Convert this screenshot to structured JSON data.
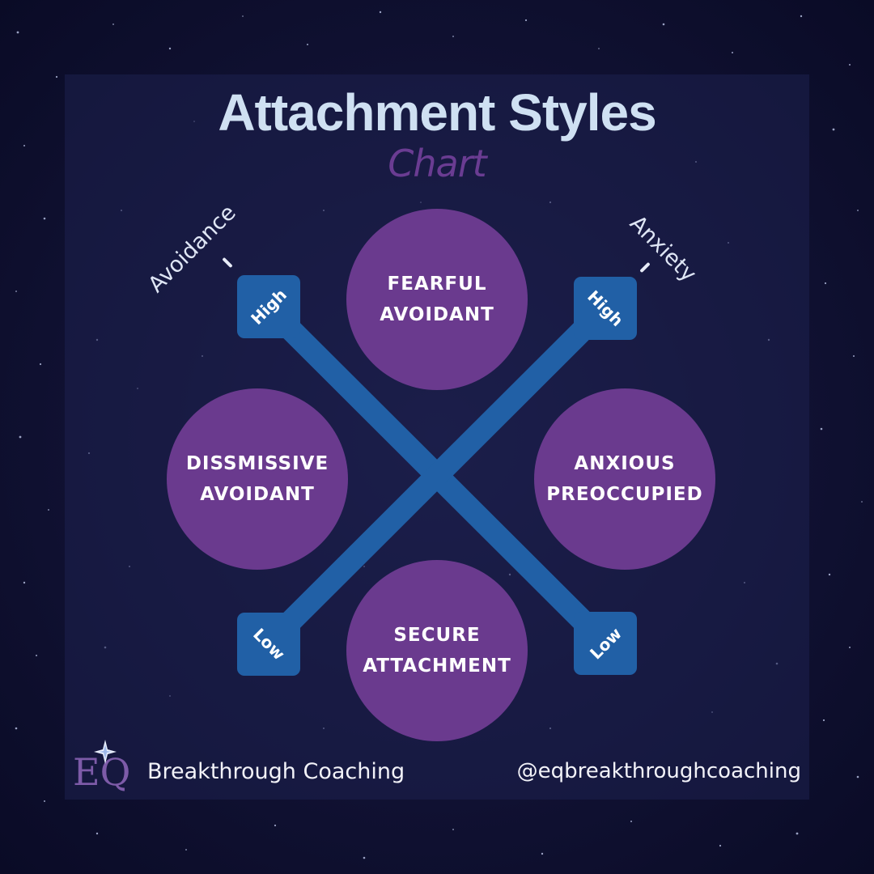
{
  "header": {
    "title": "Attachment Styles",
    "subtitle": "Chart"
  },
  "axes": {
    "avoidance": {
      "label": "Avoidance",
      "high": "High",
      "low": "Low"
    },
    "anxiety": {
      "label": "Anxiety",
      "high": "High",
      "low": "Low"
    }
  },
  "styles": [
    {
      "id": "fearful",
      "line1": "FEARFUL",
      "line2": "AVOIDANT",
      "avoidance": "High",
      "anxiety": "High"
    },
    {
      "id": "dismissive",
      "line1": "DISSMISSIVE",
      "line2": "AVOIDANT",
      "avoidance": "High",
      "anxiety": "Low"
    },
    {
      "id": "anxious",
      "line1": "ANXIOUS",
      "line2": "PREOCCUPIED",
      "avoidance": "Low",
      "anxiety": "High"
    },
    {
      "id": "secure",
      "line1": "SECURE",
      "line2": "ATTACHMENT",
      "avoidance": "Low",
      "anxiety": "Low"
    }
  ],
  "footer": {
    "logo_text": "EQ",
    "brand": "Breakthrough Coaching",
    "handle": "@eqbreakthroughcoaching"
  },
  "colors": {
    "background": "#121336",
    "circle": "#6a3a8e",
    "axis": "#2160a6",
    "title": "#cfe0f2",
    "subtitle": "#6a3c92"
  }
}
